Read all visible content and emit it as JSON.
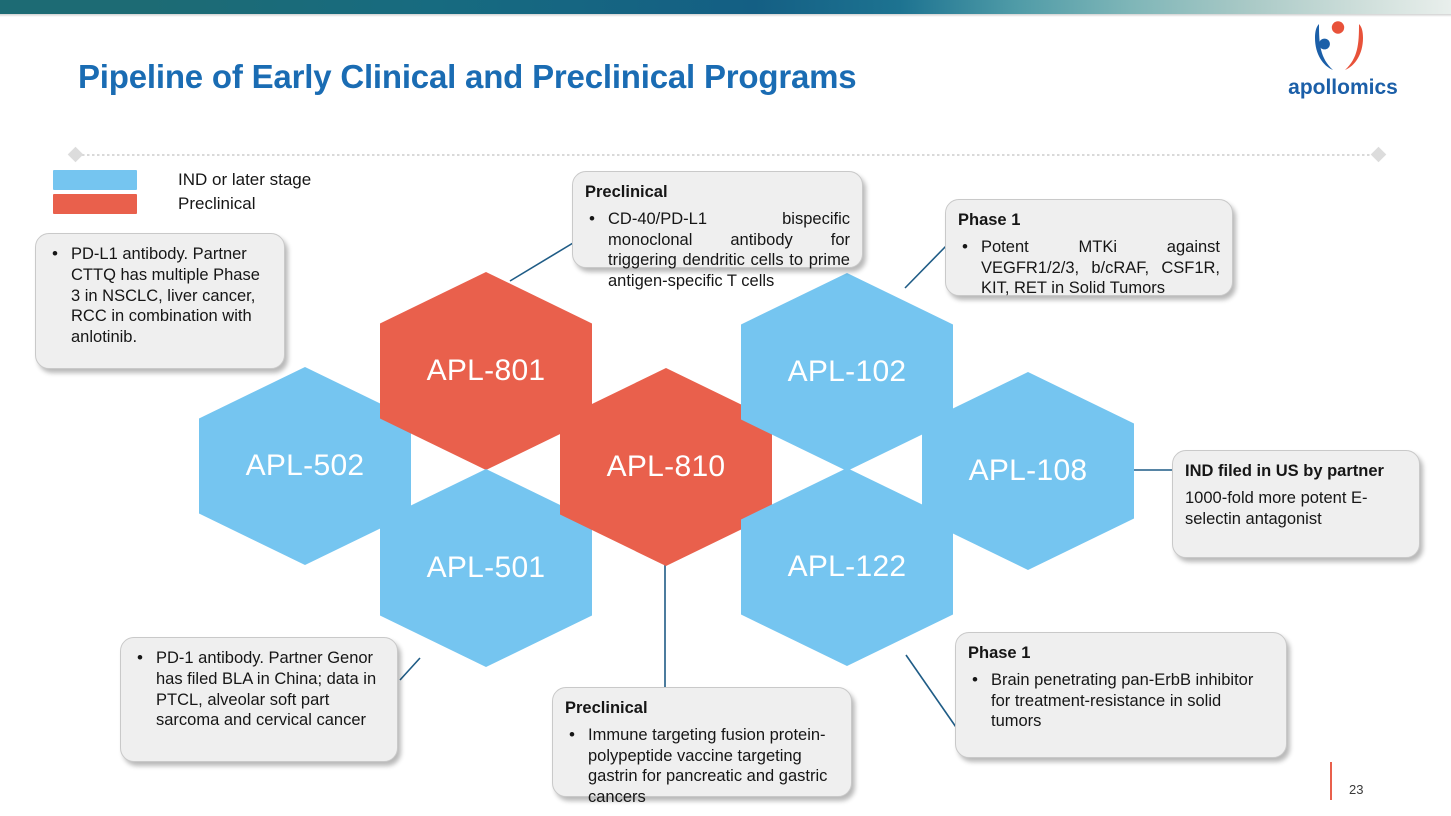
{
  "slide": {
    "title": "Pipeline of Early Clinical and Preclinical Programs",
    "page_number": "23",
    "accent_blue": "#1A6CB3",
    "hex_blue": "#75C5F0",
    "hex_red": "#E9604C",
    "callout_bg": "#efefef",
    "connector_color": "#1F5C86"
  },
  "logo": {
    "name": "apollomics-logo",
    "wordmark": "apollomics",
    "blue": "#1B5FA8",
    "red": "#E8523A"
  },
  "legend": {
    "items": [
      {
        "label": "IND or later stage",
        "color": "#75C5F0",
        "swatch_name": "legend-swatch-ind"
      },
      {
        "label": "Preclinical",
        "color": "#E9604C",
        "swatch_name": "legend-swatch-preclinical"
      }
    ]
  },
  "hexagons": [
    {
      "id": "apl-502",
      "label": "APL-502",
      "stage": "IND or later stage",
      "color": "blue"
    },
    {
      "id": "apl-801",
      "label": "APL-801",
      "stage": "Preclinical",
      "color": "red"
    },
    {
      "id": "apl-501",
      "label": "APL-501",
      "stage": "IND or later stage",
      "color": "blue"
    },
    {
      "id": "apl-810",
      "label": "APL-810",
      "stage": "Preclinical",
      "color": "red"
    },
    {
      "id": "apl-102",
      "label": "APL-102",
      "stage": "IND or later stage",
      "color": "blue"
    },
    {
      "id": "apl-122",
      "label": "APL-122",
      "stage": "IND or later stage",
      "color": "blue"
    },
    {
      "id": "apl-108",
      "label": "APL-108",
      "stage": "IND or later stage",
      "color": "blue"
    }
  ],
  "callouts": {
    "apl_502": {
      "header": "",
      "bullets": [
        "PD-L1 antibody. Partner CTTQ has multiple  Phase 3 in NSCLC, liver cancer, RCC in combination with anlotinib."
      ]
    },
    "apl_801": {
      "header": "Preclinical",
      "bullets": [
        "CD-40/PD-L1  bispecific  monoclonal antibody for triggering dendritic cells to prime antigen-specific T cells"
      ]
    },
    "apl_102": {
      "header": "Phase 1",
      "bullets": [
        "Potent MTKi against VEGFR1/2/3, b/cRAF, CSF1R, KIT, RET in Solid Tumors"
      ]
    },
    "apl_108": {
      "header": "IND filed in US by partner",
      "body": "1000-fold more potent E-selectin antagonist"
    },
    "apl_501": {
      "header": "",
      "bullets": [
        "PD-1 antibody. Partner Genor has filed BLA in China; data in PTCL, alveolar soft part sarcoma and cervical cancer"
      ]
    },
    "apl_810": {
      "header": "Preclinical",
      "bullets": [
        "Immune targeting fusion protein-polypeptide vaccine targeting gastrin for pancreatic and gastric cancers"
      ]
    },
    "apl_122": {
      "header": "Phase 1",
      "bullets": [
        "Brain penetrating pan-ErbB inhibitor for treatment-resistance in solid tumors"
      ]
    }
  }
}
